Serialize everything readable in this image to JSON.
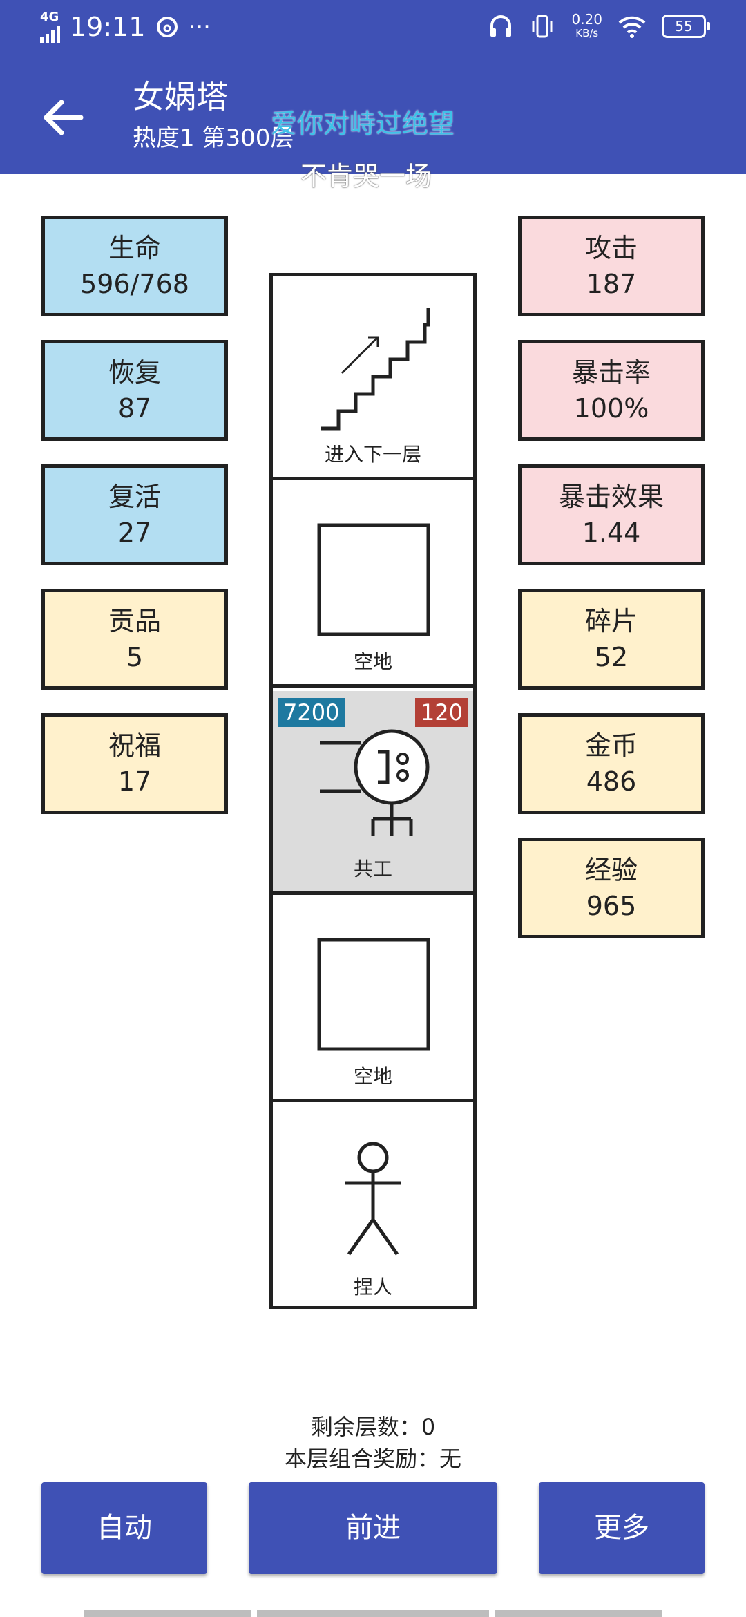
{
  "status_bar": {
    "network": "4G",
    "time": "19:11",
    "more": "···",
    "speed_value": "0.20",
    "speed_unit": "KB/s",
    "battery": "55"
  },
  "header": {
    "title": "女娲塔",
    "subtitle": "热度1 第300层"
  },
  "lyrics": {
    "line1": "爱你对峙过绝望",
    "line2": "不肯哭一场"
  },
  "left_stats": [
    {
      "label": "生命",
      "value": "596/768"
    },
    {
      "label": "恢复",
      "value": "87"
    },
    {
      "label": "复活",
      "value": "27"
    },
    {
      "label": "贡品",
      "value": "5"
    },
    {
      "label": "祝福",
      "value": "17"
    }
  ],
  "right_stats": [
    {
      "label": "攻击",
      "value": "187"
    },
    {
      "label": "暴击率",
      "value": "100%"
    },
    {
      "label": "暴击效果",
      "value": "1.44"
    },
    {
      "label": "碎片",
      "value": "52"
    },
    {
      "label": "金币",
      "value": "486"
    },
    {
      "label": "经验",
      "value": "965"
    }
  ],
  "tower": {
    "floors": [
      {
        "label": "进入下一层",
        "type": "stairs-icon"
      },
      {
        "label": "空地",
        "type": "empty-square-icon"
      },
      {
        "label": "共工",
        "type": "monster-icon",
        "hp": "7200",
        "atk": "120"
      },
      {
        "label": "空地",
        "type": "empty-square-icon"
      },
      {
        "label": "捏人",
        "type": "stick-figure-icon"
      }
    ]
  },
  "info": {
    "remaining": "剩余层数：0",
    "reward": "本层组合奖励：无"
  },
  "buttons": {
    "auto": "自动",
    "forward": "前进",
    "more": "更多"
  },
  "colors": {
    "primary": "#3F51B5",
    "blue_stat": "#B3DEF2",
    "pink_stat": "#FADADD",
    "yellow_stat": "#FFF1CC",
    "hp_badge": "#1E79A0",
    "atk_badge": "#B34036",
    "lyric": "#3EC2E8"
  }
}
